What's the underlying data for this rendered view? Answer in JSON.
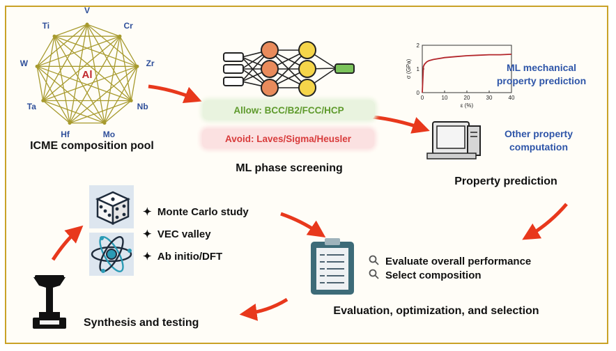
{
  "composition_pool": {
    "center_element": "Al",
    "elements": [
      "V",
      "Cr",
      "Zr",
      "Nb",
      "Mo",
      "Hf",
      "Ta",
      "W",
      "Ti"
    ],
    "label": "ICME composition pool"
  },
  "phase_screening": {
    "allow": "Allow: BCC/B2/FCC/HCP",
    "avoid": "Avoid: Laves/Sigma/Heusler",
    "label": "ML phase screening"
  },
  "property": {
    "ml_prediction": "ML mechanical\nproperty prediction",
    "other": "Other property\ncomputation",
    "label": "Property prediction"
  },
  "chart_data": {
    "type": "line",
    "xlabel": "ε (%)",
    "ylabel": "σ (GPa)",
    "xlim": [
      0,
      40
    ],
    "ylim": [
      0,
      2
    ],
    "xticks": [
      "0",
      "10",
      "20",
      "30",
      "40"
    ],
    "yticks": [
      "0",
      "1",
      "2"
    ],
    "series": [
      {
        "x": [
          0,
          0.5,
          1,
          2,
          3,
          5,
          10,
          15,
          20,
          25,
          30,
          35,
          40
        ],
        "y": [
          0,
          1.1,
          1.2,
          1.3,
          1.35,
          1.4,
          1.48,
          1.52,
          1.56,
          1.58,
          1.6,
          1.6,
          1.62
        ]
      }
    ]
  },
  "methods": {
    "items": [
      "Monte Carlo study",
      "VEC valley",
      "Ab initio/DFT"
    ]
  },
  "evaluation": {
    "items": [
      "Evaluate overall performance",
      "Select composition"
    ],
    "label": "Evaluation, optimization, and selection"
  },
  "synthesis": {
    "label": "Synthesis and testing"
  },
  "colors": {
    "border": "#c9a227",
    "arrow": "#e8381c",
    "element_text": "#2f4f9a",
    "nn_node_orange": "#e98b5c",
    "nn_node_yellow": "#f5d54a",
    "nn_output": "#7bc35b"
  }
}
